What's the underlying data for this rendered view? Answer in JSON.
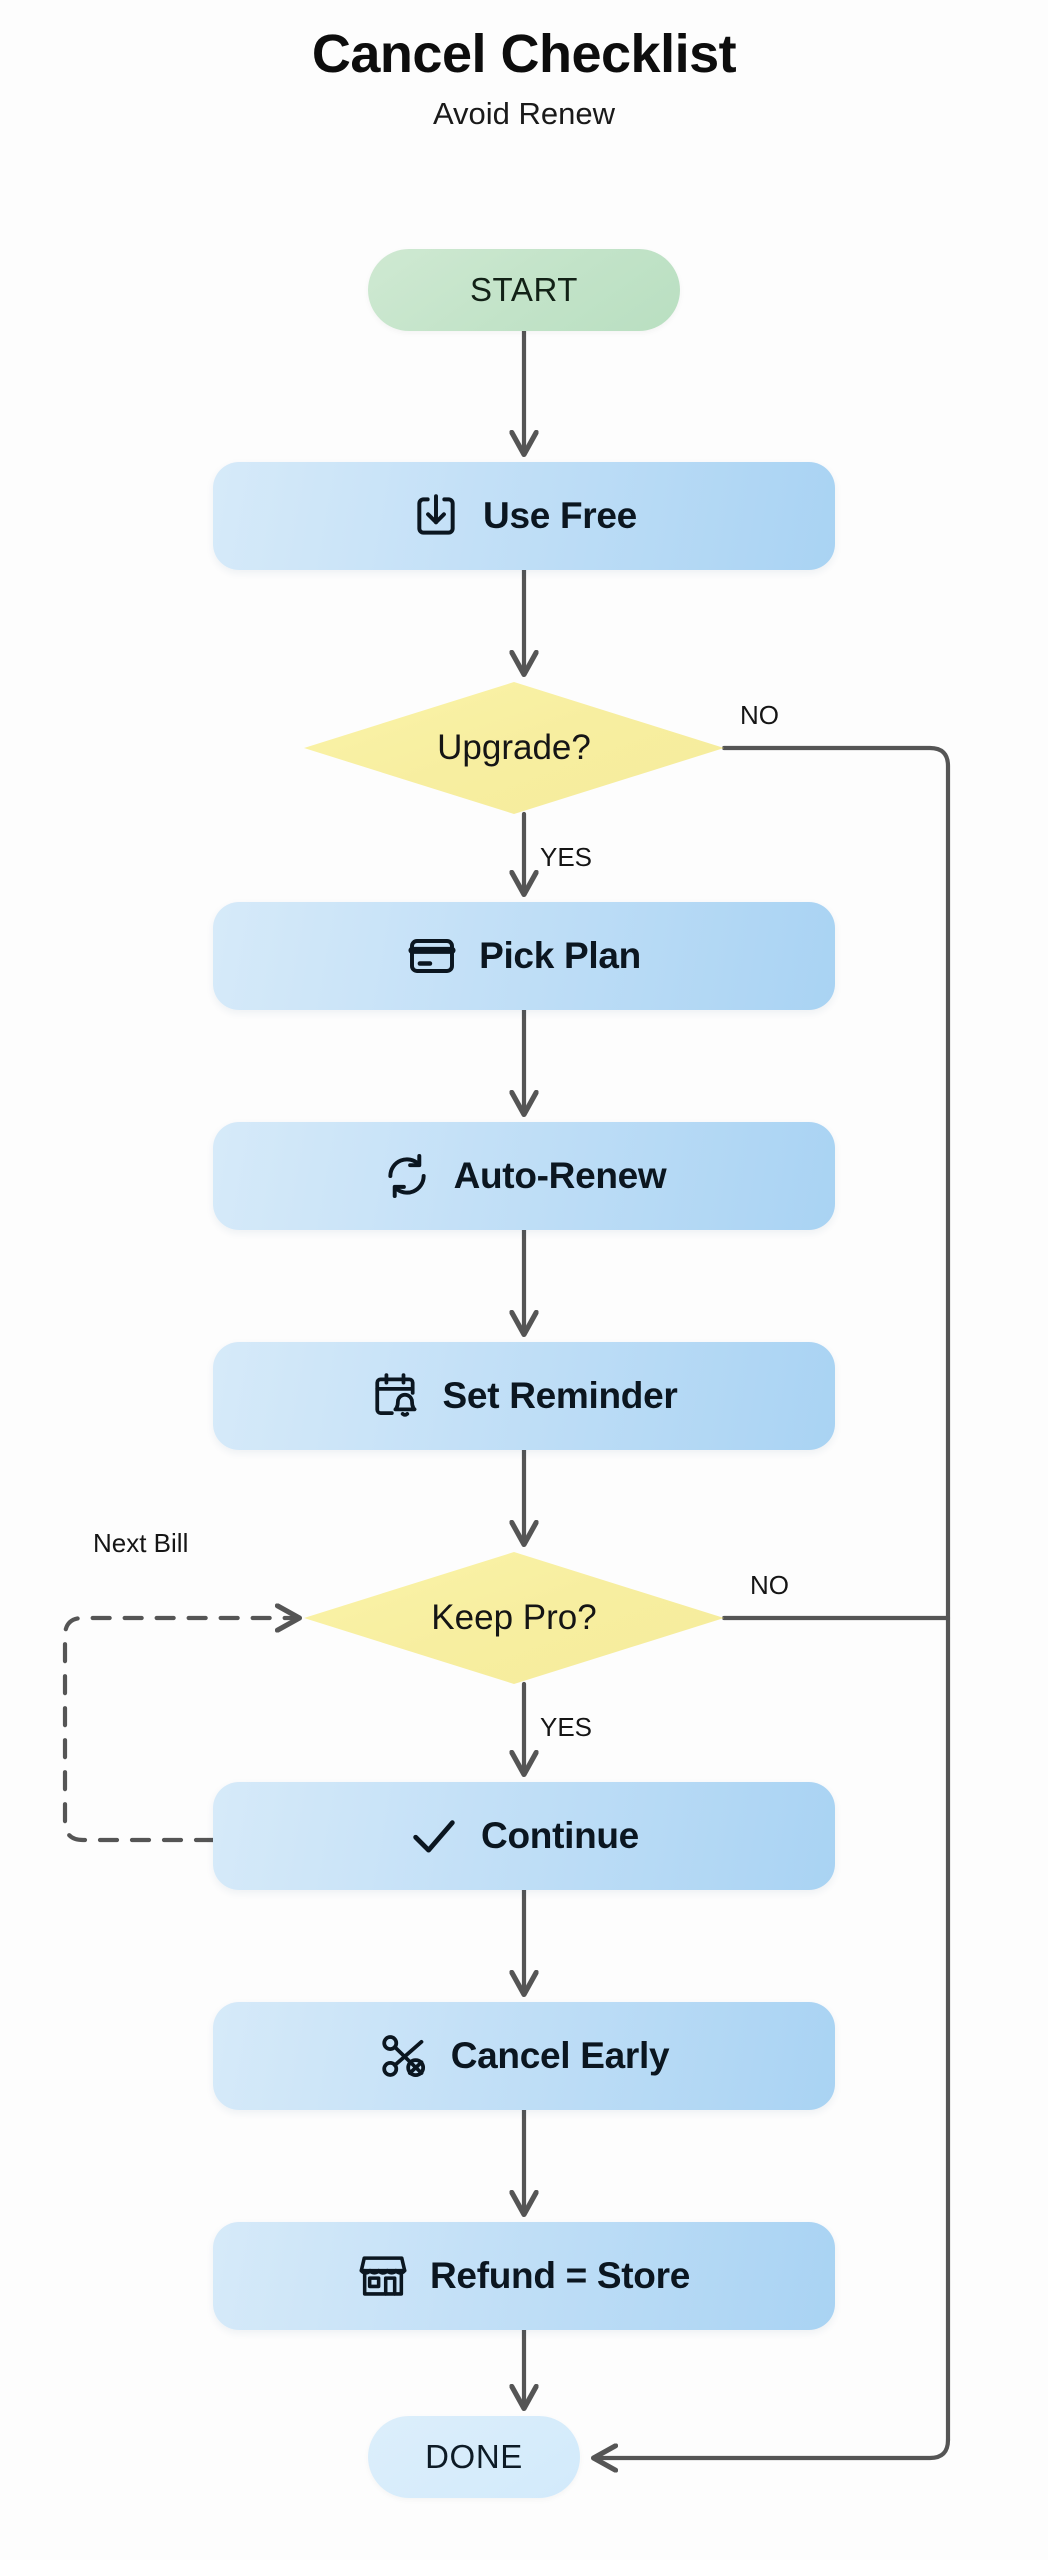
{
  "header": {
    "title": "Cancel Checklist",
    "subtitle": "Avoid Renew"
  },
  "colors": {
    "background": "#fdfdfd",
    "start_fill": "#c2e3c8",
    "done_fill": "#d6ecfb",
    "process_fill": "#bcdcf6",
    "decision_fill": "#f7eea0",
    "edge_stroke": "#555555",
    "text": "#0d0d0d"
  },
  "nodes": [
    {
      "id": "start",
      "type": "terminal",
      "label": "START",
      "icon": null
    },
    {
      "id": "use-free",
      "type": "process",
      "label": "Use Free",
      "icon": "download-icon"
    },
    {
      "id": "upgrade",
      "type": "decision",
      "label": "Upgrade?",
      "icon": null
    },
    {
      "id": "pick-plan",
      "type": "process",
      "label": "Pick Plan",
      "icon": "credit-card-icon"
    },
    {
      "id": "auto-renew",
      "type": "process",
      "label": "Auto-Renew",
      "icon": "refresh-cycle-icon"
    },
    {
      "id": "set-reminder",
      "type": "process",
      "label": "Set Reminder",
      "icon": "calendar-bell-icon"
    },
    {
      "id": "keep-pro",
      "type": "decision",
      "label": "Keep Pro?",
      "icon": null
    },
    {
      "id": "continue",
      "type": "process",
      "label": "Continue",
      "icon": "check-icon"
    },
    {
      "id": "cancel-early",
      "type": "process",
      "label": "Cancel Early",
      "icon": "scissors-icon"
    },
    {
      "id": "refund-store",
      "type": "process",
      "label": "Refund = Store",
      "icon": "storefront-icon"
    },
    {
      "id": "done",
      "type": "terminal",
      "label": "DONE",
      "icon": null
    }
  ],
  "edges": [
    {
      "from": "start",
      "to": "use-free",
      "label": "",
      "style": "solid"
    },
    {
      "from": "use-free",
      "to": "upgrade",
      "label": "",
      "style": "solid"
    },
    {
      "from": "upgrade",
      "to": "pick-plan",
      "label": "YES",
      "style": "solid"
    },
    {
      "from": "upgrade",
      "to": "done",
      "label": "NO",
      "style": "solid"
    },
    {
      "from": "pick-plan",
      "to": "auto-renew",
      "label": "",
      "style": "solid"
    },
    {
      "from": "auto-renew",
      "to": "set-reminder",
      "label": "",
      "style": "solid"
    },
    {
      "from": "set-reminder",
      "to": "keep-pro",
      "label": "",
      "style": "solid"
    },
    {
      "from": "keep-pro",
      "to": "continue",
      "label": "YES",
      "style": "solid"
    },
    {
      "from": "keep-pro",
      "to": "done",
      "label": "NO",
      "style": "solid"
    },
    {
      "from": "continue",
      "to": "keep-pro",
      "label": "Next Bill",
      "style": "dashed"
    },
    {
      "from": "continue",
      "to": "cancel-early",
      "label": "",
      "style": "solid"
    },
    {
      "from": "cancel-early",
      "to": "refund-store",
      "label": "",
      "style": "solid"
    },
    {
      "from": "refund-store",
      "to": "done",
      "label": "",
      "style": "solid"
    }
  ],
  "edge_labels": {
    "yes_upgrade": "YES",
    "no_upgrade": "NO",
    "yes_keep_pro": "YES",
    "no_keep_pro": "NO",
    "next_bill": "Next Bill"
  }
}
